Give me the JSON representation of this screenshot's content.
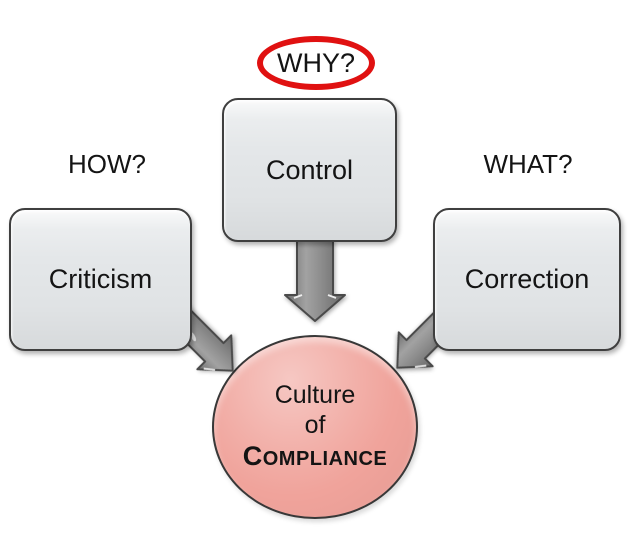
{
  "diagram": {
    "annotations": {
      "why": "WHY?",
      "how": "HOW?",
      "what": "WHAT?"
    },
    "boxes": {
      "control": "Control",
      "criticism": "Criticism",
      "correction": "Correction"
    },
    "circle": {
      "line1": "Culture",
      "line2": "of",
      "line3": "COMPLIANCE"
    },
    "arrows": [
      {
        "name": "control-to-circle",
        "direction": "down"
      },
      {
        "name": "criticism-to-circle",
        "direction": "down-right"
      },
      {
        "name": "correction-to-circle",
        "direction": "down-left"
      }
    ],
    "colors": {
      "oval_red": "#E01111",
      "box_fill": "#E4E7E9",
      "box_border": "#3F3F3F",
      "circle_fill": "#F0A39B",
      "circle_border": "#383838",
      "arrow_gray": "#8C8C8C",
      "text": "#141414",
      "background": "#FFFFFF"
    }
  }
}
